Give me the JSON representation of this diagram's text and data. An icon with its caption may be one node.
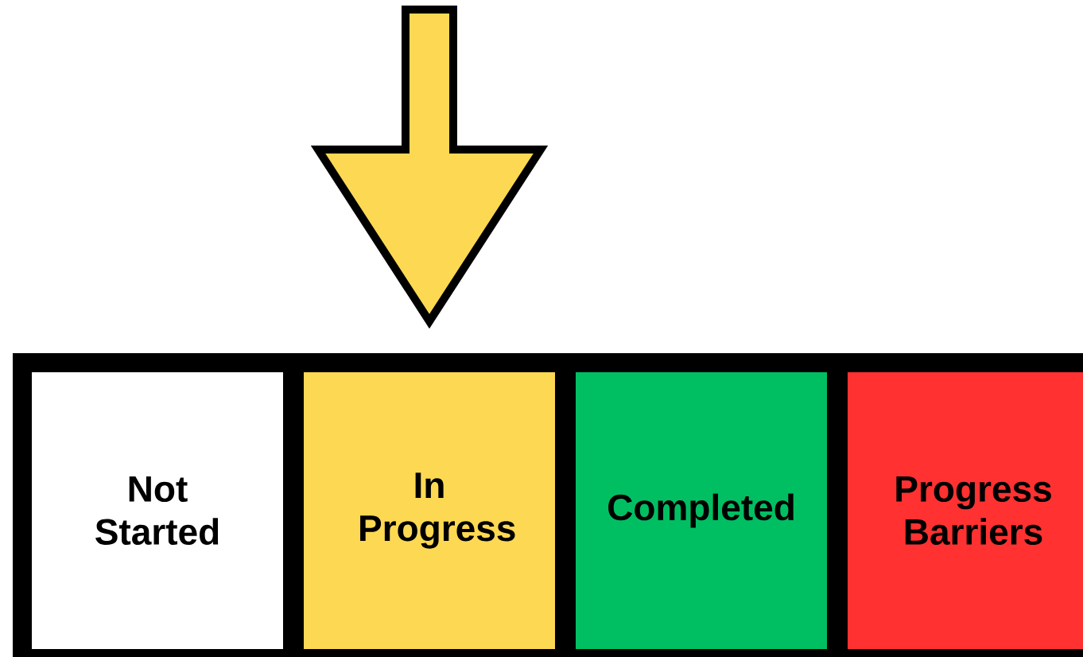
{
  "diagram": {
    "nodes": [
      {
        "text": [
          "Not Started"
        ]
      },
      {
        "text": [
          "In Progress"
        ]
      },
      {
        "text": [
          "Completed"
        ]
      },
      {
        "text": [
          "Progress Barriers"
        ]
      }
    ],
    "edges": [
      {
        "from": null,
        "to": 1,
        "arrow": "to"
      }
    ]
  }
}
